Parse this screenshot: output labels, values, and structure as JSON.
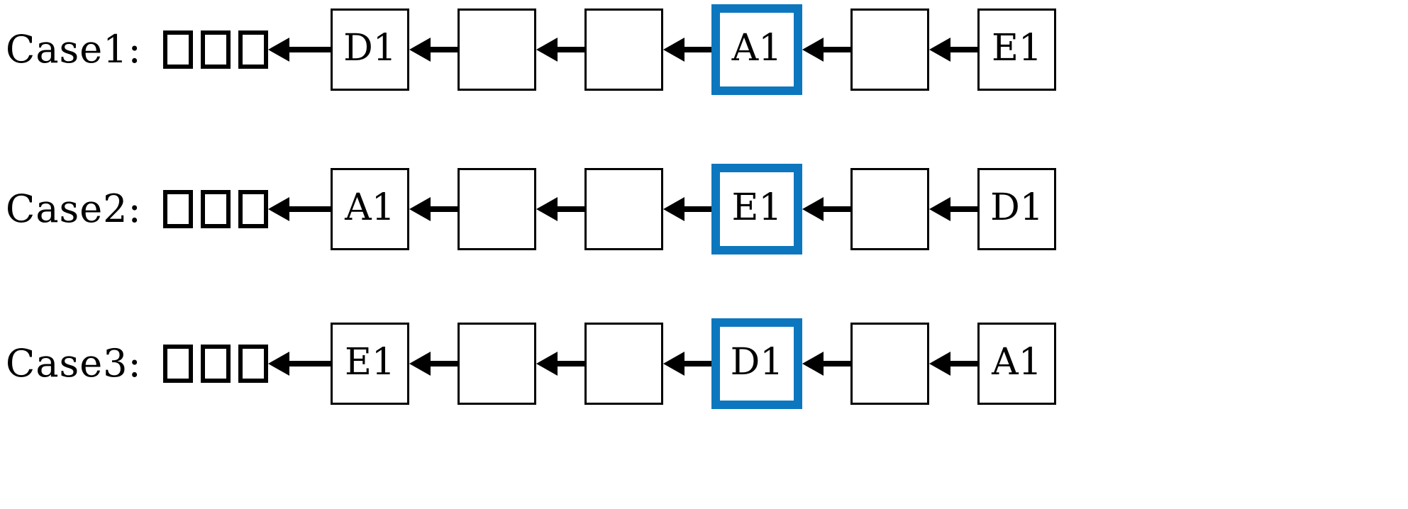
{
  "diagram": {
    "type": "sequence-chain",
    "title": "",
    "highlight_color": "#0c77be",
    "line_color": "#000000",
    "background": "#ffffff",
    "arrow_direction": "left",
    "pending_slot_count": 3,
    "node_count_per_row": 6,
    "highlight_index": 3,
    "rows": [
      {
        "label": "Case1:",
        "slots": [
          "",
          "",
          ""
        ],
        "nodes": [
          {
            "label": "D1",
            "highlighted": false
          },
          {
            "label": "",
            "highlighted": false
          },
          {
            "label": "",
            "highlighted": false
          },
          {
            "label": "A1",
            "highlighted": true
          },
          {
            "label": "",
            "highlighted": false
          },
          {
            "label": "E1",
            "highlighted": false
          }
        ]
      },
      {
        "label": "Case2:",
        "slots": [
          "",
          "",
          ""
        ],
        "nodes": [
          {
            "label": "A1",
            "highlighted": false
          },
          {
            "label": "",
            "highlighted": false
          },
          {
            "label": "",
            "highlighted": false
          },
          {
            "label": "E1",
            "highlighted": true
          },
          {
            "label": "",
            "highlighted": false
          },
          {
            "label": "D1",
            "highlighted": false
          }
        ]
      },
      {
        "label": "Case3:",
        "slots": [
          "",
          "",
          ""
        ],
        "nodes": [
          {
            "label": "E1",
            "highlighted": false
          },
          {
            "label": "",
            "highlighted": false
          },
          {
            "label": "",
            "highlighted": false
          },
          {
            "label": "D1",
            "highlighted": true
          },
          {
            "label": "",
            "highlighted": false
          },
          {
            "label": "A1",
            "highlighted": false
          }
        ]
      }
    ]
  }
}
